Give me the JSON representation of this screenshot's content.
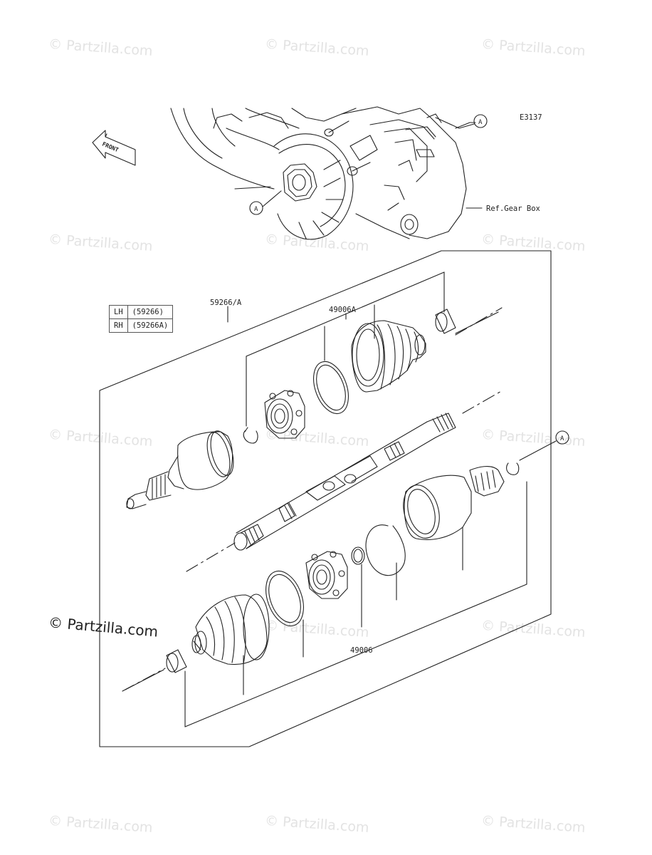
{
  "diagram": {
    "code": "E3137",
    "front_label": "FRONT",
    "ref_label": "Ref.Gear Box",
    "callout_a": "A",
    "assembly_label": "59266/A",
    "boot_kit_label": "49006A",
    "ring_label": "49006",
    "variants": [
      {
        "side": "LH",
        "part": "(59266)"
      },
      {
        "side": "RH",
        "part": "(59266A)"
      }
    ]
  },
  "watermark": {
    "text": "© Partzilla.com"
  },
  "colors": {
    "line": "#222222",
    "watermark": "#e3e3e3"
  }
}
